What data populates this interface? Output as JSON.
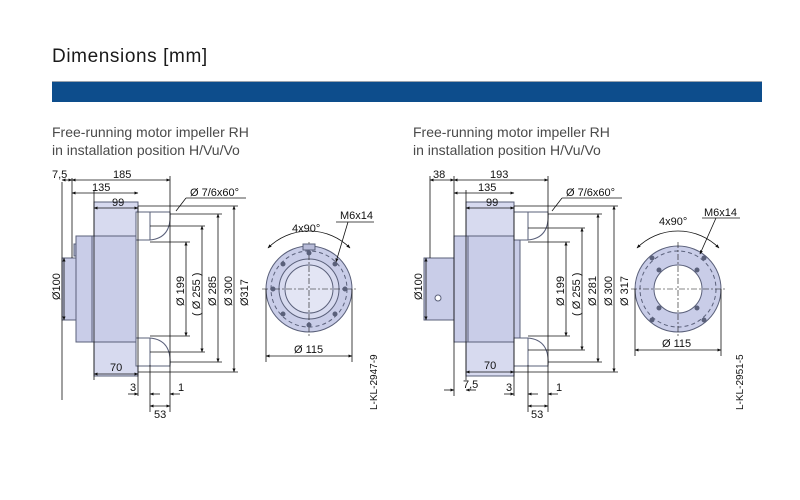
{
  "header": {
    "title": "Dimensions [mm]"
  },
  "left": {
    "caption_line1": "Free-running motor impeller RH",
    "caption_line2": "in installation position H/Vu/Vo",
    "dims": {
      "d7_5": "7,5",
      "d185": "185",
      "d135": "135",
      "d99": "99",
      "hole": "Ø 7/6x60°",
      "d100": "Ø100",
      "d199": "Ø 199",
      "d255": "( Ø 255 )",
      "d285": "Ø 285",
      "d300": "Ø 300",
      "d317": "Ø317",
      "d70": "70",
      "d3": "3",
      "d1": "1",
      "d53": "53",
      "angle": "4x90°",
      "thread": "M6x14",
      "d115": "Ø 115"
    },
    "drawing_ref": "L-KL-2947-9"
  },
  "right": {
    "caption_line1": "Free-running motor impeller RH",
    "caption_line2": "in installation position H/Vu/Vo",
    "dims": {
      "d38": "38",
      "d193": "193",
      "d135": "135",
      "d99": "99",
      "hole": "Ø 7/6x60°",
      "d100": "Ø100",
      "d199": "Ø 199",
      "d255": "( Ø 255 )",
      "d281": "Ø 281",
      "d300": "Ø 300",
      "d317": "Ø 317",
      "d70": "70",
      "d7_5": "7,5",
      "d3": "3",
      "d1": "1",
      "d53": "53",
      "angle": "4x90°",
      "thread": "M6x14",
      "d115": "Ø 115"
    },
    "drawing_ref": "L-KL-2951-5"
  },
  "colors": {
    "bar": "#0d4d8c",
    "part_fill": "#c9cde8",
    "part_stroke": "#5a607a"
  }
}
